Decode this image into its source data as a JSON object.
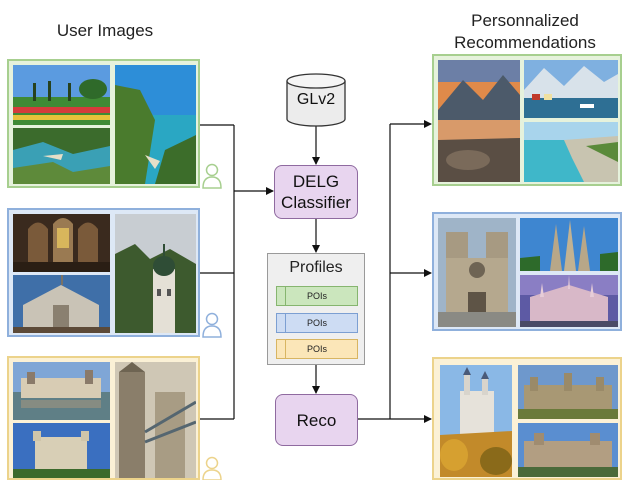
{
  "headings": {
    "user_images": "User Images",
    "recommendations": "Personnalized\nRecommendations"
  },
  "nodes": {
    "database": "GLv2",
    "classifier": "DELG\nClassifier",
    "profiles_title": "Profiles",
    "poi_labels": [
      "POIs",
      "POIs",
      "POIs"
    ],
    "reco": "Reco"
  },
  "colors": {
    "green_panel": "#e6f2dc",
    "blue_panel": "#dde8f6",
    "yellow_panel": "#fbf1d6",
    "node_fill": "#e8d5ef",
    "node_border": "#8f6aa0",
    "poi_green": "#cbe6bd",
    "poi_blue": "#cddcf3",
    "poi_yellow": "#fbe6b8",
    "user_green": "#a7cf8f",
    "user_blue": "#8fb0dc",
    "user_yellow": "#ecd38b"
  },
  "icons": [
    "database-icon",
    "user-icon-green",
    "user-icon-blue",
    "user-icon-yellow"
  ]
}
